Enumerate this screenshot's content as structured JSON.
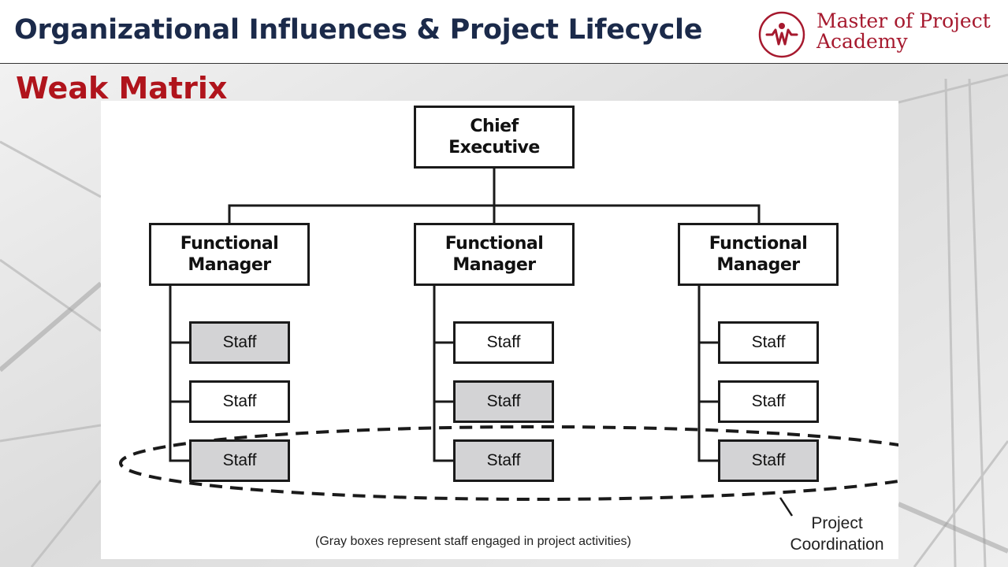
{
  "header": {
    "title": "Organizational Influences & Project Lifecycle",
    "logo": {
      "icon": "academy-logo-icon",
      "line1": "Master of Project",
      "line2": "Academy",
      "color": "#a6192e"
    }
  },
  "subtitle": "Weak Matrix",
  "diagram": {
    "chief": "Chief\nExecutive",
    "managers": [
      {
        "label": "Functional\nManager",
        "staff": [
          {
            "label": "Staff",
            "gray": true
          },
          {
            "label": "Staff",
            "gray": false
          },
          {
            "label": "Staff",
            "gray": true
          }
        ]
      },
      {
        "label": "Functional\nManager",
        "staff": [
          {
            "label": "Staff",
            "gray": false
          },
          {
            "label": "Staff",
            "gray": true
          },
          {
            "label": "Staff",
            "gray": true
          }
        ]
      },
      {
        "label": "Functional\nManager",
        "staff": [
          {
            "label": "Staff",
            "gray": false
          },
          {
            "label": "Staff",
            "gray": false
          },
          {
            "label": "Staff",
            "gray": true
          }
        ]
      }
    ],
    "coordination_label_line1": "Project",
    "coordination_label_line2": "Coordination",
    "caption": "(Gray boxes represent staff engaged in project activities)",
    "colors": {
      "gray_box": "#d3d3d5",
      "line": "#1a1a1a",
      "title": "#1b2a4a",
      "subtitle": "#b0141c"
    }
  }
}
